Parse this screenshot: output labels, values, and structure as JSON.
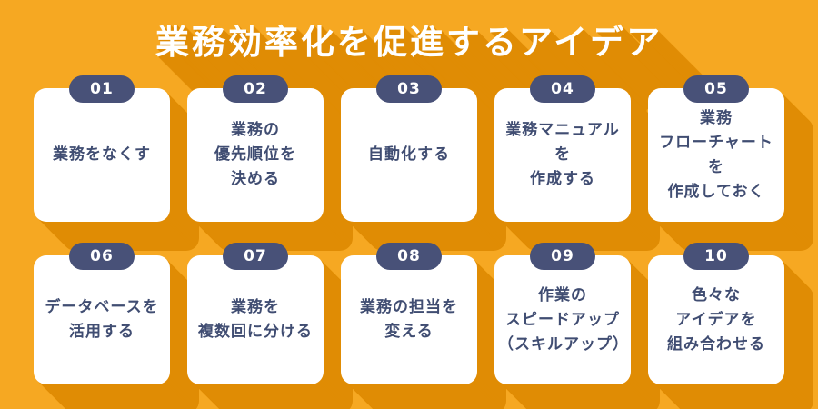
{
  "title": "業務効率化を促進するアイデア",
  "colors": {
    "background": "#F6A822",
    "long_shadow": "#E08C04",
    "badge": "#485178",
    "card_text": "#404D72",
    "card_background": "#FFFFFF",
    "title_text": "#FFFFFF"
  },
  "cards": [
    {
      "number": "01",
      "lines": [
        "業務をなくす"
      ]
    },
    {
      "number": "02",
      "lines": [
        "業務の",
        "優先順位を",
        "決める"
      ]
    },
    {
      "number": "03",
      "lines": [
        "自動化する"
      ]
    },
    {
      "number": "04",
      "lines": [
        "業務マニュアルを",
        "作成する"
      ]
    },
    {
      "number": "05",
      "lines": [
        "業務",
        "フローチャートを",
        "作成しておく"
      ]
    },
    {
      "number": "06",
      "lines": [
        "データベースを",
        "活用する"
      ]
    },
    {
      "number": "07",
      "lines": [
        "業務を",
        "複数回に分ける"
      ]
    },
    {
      "number": "08",
      "lines": [
        "業務の担当を",
        "変える"
      ]
    },
    {
      "number": "09",
      "lines": [
        "作業の",
        "スピードアップ",
        "（スキルアップ）"
      ]
    },
    {
      "number": "10",
      "lines": [
        "色々な",
        "アイデアを",
        "組み合わせる"
      ]
    }
  ]
}
